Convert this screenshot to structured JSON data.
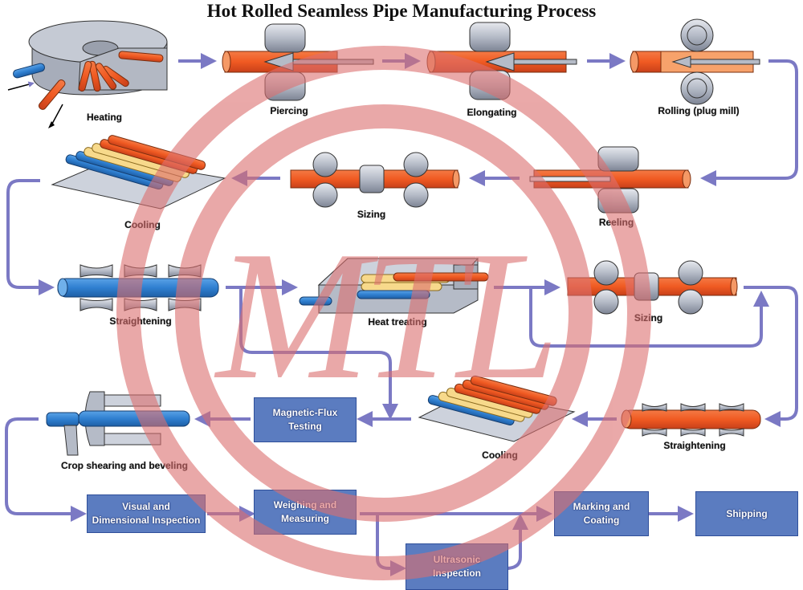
{
  "title": "Hot Rolled Seamless Pipe Manufacturing Process",
  "colors": {
    "flow_arrow": "#7b79c4",
    "process_box": "#5b7cc0",
    "process_box_border": "#2f4f9a",
    "hot_pipe": "#f05a22",
    "warm_pipe": "#f7d98b",
    "cool_pipe": "#2f7fd0",
    "roller": "#b9bec8",
    "watermark": "#e07a7a"
  },
  "stages": [
    {
      "id": "heating",
      "label": "Heating",
      "icon": "rotary-hearth-furnace-icon"
    },
    {
      "id": "piercing",
      "label": "Piercing",
      "icon": "piercing-mill-icon"
    },
    {
      "id": "elongating",
      "label": "Elongating",
      "icon": "elongator-icon"
    },
    {
      "id": "rolling",
      "label": "Rolling (plug mill)",
      "icon": "plug-mill-icon"
    },
    {
      "id": "reeling",
      "label": "Reeling",
      "icon": "reeling-mill-icon"
    },
    {
      "id": "sizing1",
      "label": "Sizing",
      "icon": "sizing-mill-icon"
    },
    {
      "id": "cooling1",
      "label": "Cooling",
      "icon": "cooling-bed-icon"
    },
    {
      "id": "straightening1",
      "label": "Straightening",
      "icon": "straightener-icon"
    },
    {
      "id": "heat_treating",
      "label": "Heat treating",
      "icon": "heat-treat-furnace-icon"
    },
    {
      "id": "sizing2",
      "label": "Sizing",
      "icon": "sizing-mill-icon"
    },
    {
      "id": "straightening2",
      "label": "Straightening",
      "icon": "straightener-icon"
    },
    {
      "id": "cooling2",
      "label": "Cooling",
      "icon": "cooling-bed-icon"
    },
    {
      "id": "crop_shearing",
      "label": "Crop shearing and beveling",
      "icon": "crop-shear-icon"
    }
  ],
  "boxes": [
    {
      "id": "magnetic_flux",
      "lines": [
        "Magnetic-Flux",
        "Testing"
      ]
    },
    {
      "id": "visual_inspection",
      "lines": [
        "Visual and",
        "Dimensional Inspection"
      ]
    },
    {
      "id": "weighing",
      "lines": [
        "Weighing and",
        "Measuring"
      ]
    },
    {
      "id": "ultrasonic",
      "lines": [
        "Ultrasonic",
        "Inspection"
      ]
    },
    {
      "id": "marking",
      "lines": [
        "Marking and",
        "Coating"
      ]
    },
    {
      "id": "shipping",
      "lines": [
        "Shipping"
      ]
    }
  ],
  "watermark": {
    "text": "MTL"
  }
}
